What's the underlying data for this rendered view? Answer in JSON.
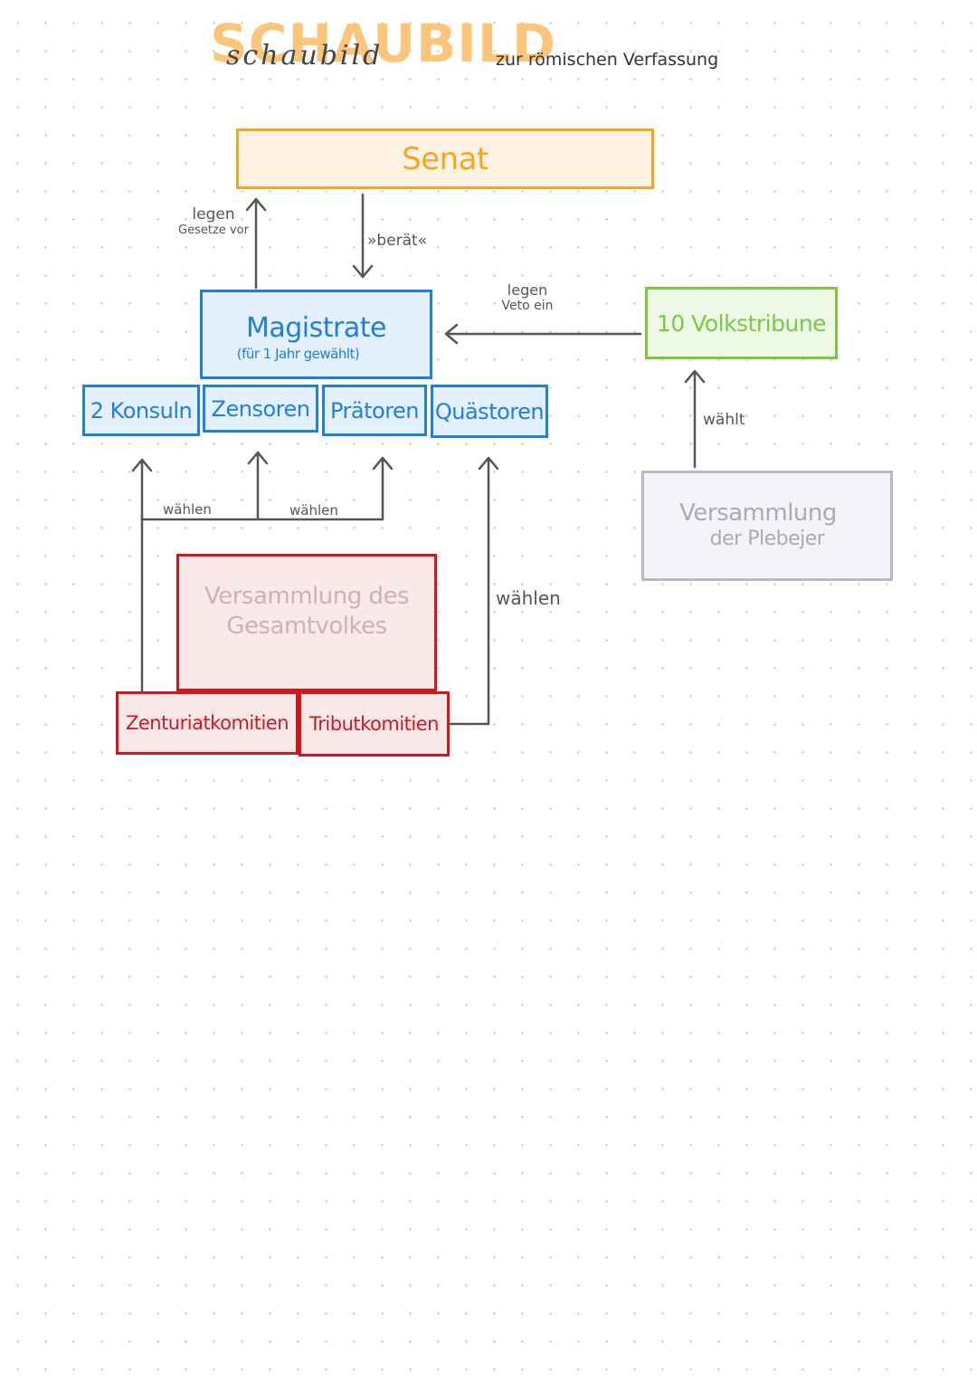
{
  "title": {
    "big": "SCHAUBILD",
    "script": "schaubild",
    "subtitle": "zur römischen Verfassung"
  },
  "boxes": {
    "senat": "Senat",
    "magistrate": "Magistrate",
    "magistrate_note": "(für 1 Jahr gewählt)",
    "konsuln": "2 Konsuln",
    "zensoren": "Zensoren",
    "praetoren": "Prätoren",
    "quaestoren": "Quästoren",
    "volkstribune": "10 Volkstribune",
    "plebejer_line1": "Versammlung",
    "plebejer_line2": "der Plebejer",
    "gesamtvolk_line1": "Versammlung des",
    "gesamtvolk_line2": "Gesamtvolkes",
    "zenturiat": "Zenturiatkomitien",
    "tribut": "Tributkomitien"
  },
  "labels": {
    "legen_gesetze_1": "legen",
    "legen_gesetze_2": "Gesetze vor",
    "beraet": "»berät«",
    "legen_veto_1": "legen",
    "legen_veto_2": "Veto ein",
    "waehlt": "wählt",
    "waehlen_left": "wählen",
    "waehlen_mid": "wählen",
    "waehlen_right": "wählen"
  },
  "colors": {
    "senat": "#f5a623",
    "magistrate": "#1f7fe0",
    "volkstribune": "#7ac943",
    "plebejer": "#b8b8cc",
    "komitien": "#d0161f",
    "arrow": "#555555",
    "title_orange": "#fcc57a"
  }
}
